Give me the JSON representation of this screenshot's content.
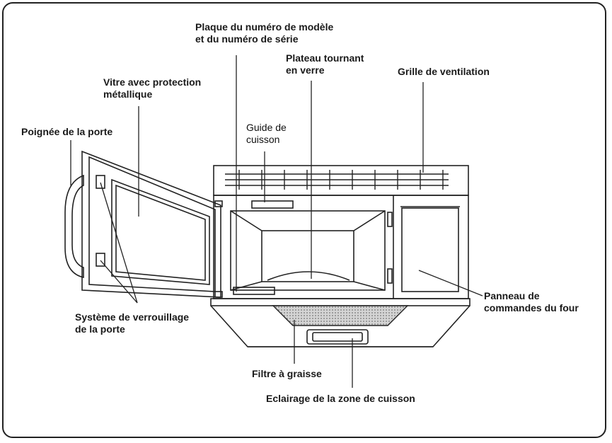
{
  "labels": {
    "model_plate_line1": "Plaque du numéro de modèle",
    "model_plate_line2": "et du numéro de série",
    "turntable_line1": "Plateau tournant",
    "turntable_line2": "en verre",
    "window_line1": "Vitre avec protection",
    "window_line2": "métallique",
    "vent_grille": "Grille de ventilation",
    "cooking_guide_line1": "Guide de",
    "cooking_guide_line2": "cuisson",
    "door_handle": "Poignée de la porte",
    "control_panel_line1": "Panneau de",
    "control_panel_line2": "commandes du four",
    "door_latch_line1": "Système de verrouillage",
    "door_latch_line2": "de la porte",
    "grease_filter": "Filtre à graisse",
    "cooktop_light": "Eclairage de la zone de cuisson"
  },
  "colors": {
    "ink": "#1a1a1a",
    "frame": "#222222",
    "filter_mesh": "#b5b5b5",
    "background": "#ffffff"
  }
}
